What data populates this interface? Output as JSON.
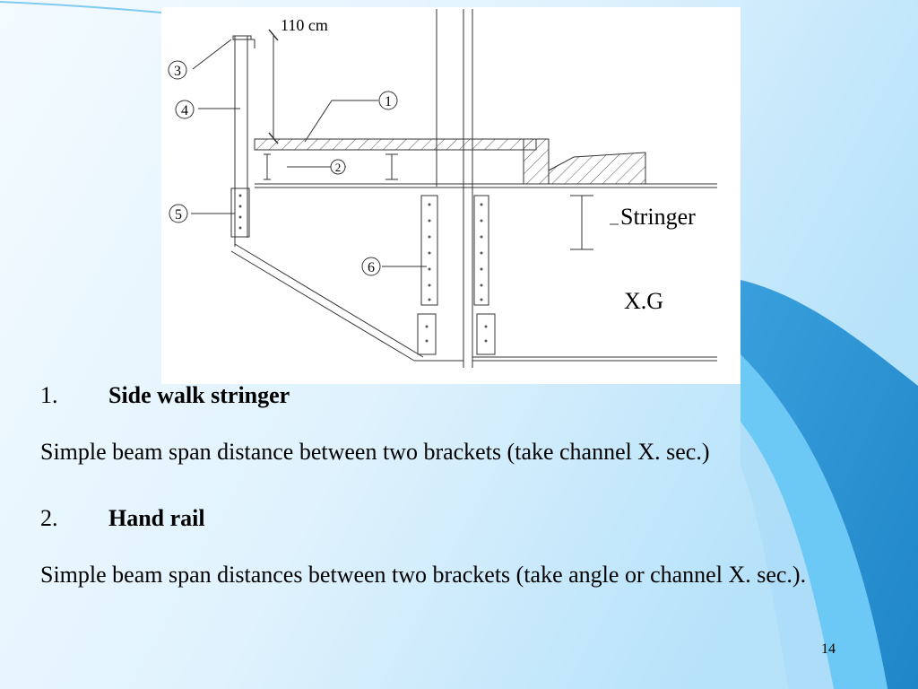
{
  "diagram": {
    "dimension_label": "110 cm",
    "callouts": [
      "1",
      "2",
      "3",
      "4",
      "5",
      "6"
    ],
    "stringer_label": "Stringer",
    "xg_label": "X.G"
  },
  "items": [
    {
      "number": "1.",
      "heading": "Side walk stringer",
      "text": "Simple beam span distance between two brackets (take channel X. sec.)"
    },
    {
      "number": "2.",
      "heading": "Hand rail",
      "text": "Simple beam span distances between two brackets (take angle or channel X. sec.)."
    }
  ],
  "page_number": "14",
  "colors": {
    "background_light": "#e3f4fd",
    "background_mid": "#b8e3fb",
    "swoosh_dark": "#2f98d6",
    "swoosh_light": "#62c4f3"
  }
}
